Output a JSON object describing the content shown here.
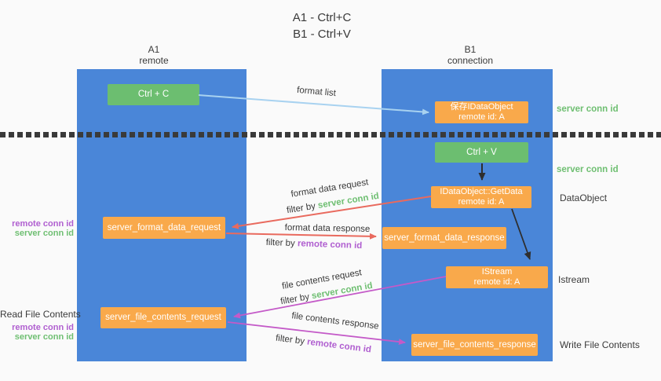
{
  "colors": {
    "background": "#FAFAFA",
    "column_blue": "#4A86D8",
    "box_green": "#6CBE70",
    "box_orange": "#F9A94B",
    "arrow_blue": "#A8D2F0",
    "arrow_red": "#E96A5E",
    "arrow_magenta": "#C45AC8",
    "arrow_dark": "#2E2E2E",
    "text_dark": "#3A3A3A",
    "text_green": "#6FBF72",
    "text_purple": "#B05FD0",
    "divider_dark": "#3A3A3A"
  },
  "title": {
    "line1": "A1 - Ctrl+C",
    "line2": "B1 - Ctrl+V"
  },
  "columns": {
    "a1": {
      "name": "A1",
      "subtitle": "remote"
    },
    "b1": {
      "name": "B1",
      "subtitle": "connection"
    }
  },
  "boxes": {
    "ctrl_c": {
      "label": "Ctrl + C"
    },
    "save_dataobject": {
      "line1": "保存IDataObject",
      "line2": "remote id: A"
    },
    "ctrl_v": {
      "label": "Ctrl + V"
    },
    "getdata": {
      "line1": "IDataObject::GetData",
      "line2": "remote id: A"
    },
    "format_request": {
      "label": "server_format_data_request"
    },
    "format_response": {
      "label": "server_format_data_response"
    },
    "istream": {
      "line1": "IStream",
      "line2": "remote id: A"
    },
    "file_request": {
      "label": "server_file_contents_request"
    },
    "file_response": {
      "label": "server_file_contents_response"
    }
  },
  "captions": {
    "format_list": {
      "text": "format list"
    },
    "format_request": {
      "text": "format data request",
      "filter_prefix": "filter by ",
      "filter_value": "server conn id"
    },
    "format_response": {
      "text": "format data response",
      "filter_prefix": "filter by ",
      "filter_value": "remote conn id"
    },
    "file_request": {
      "text": "file contents request",
      "filter_prefix": "filter by ",
      "filter_value": "server conn id"
    },
    "file_response": {
      "text": "file contents response",
      "filter_prefix": "filter by ",
      "filter_value": "remote conn id"
    }
  },
  "right_labels": {
    "server_conn_top": "server conn id",
    "server_conn_mid": "server conn id",
    "dataobject": "DataObject",
    "istream": "Istream",
    "write_file": "Write File Contents"
  },
  "left_labels": {
    "format_remote": "remote conn id",
    "format_server": "server conn id",
    "read_file": "Read File Contents",
    "file_remote": "remote conn id",
    "file_server": "server conn id"
  }
}
